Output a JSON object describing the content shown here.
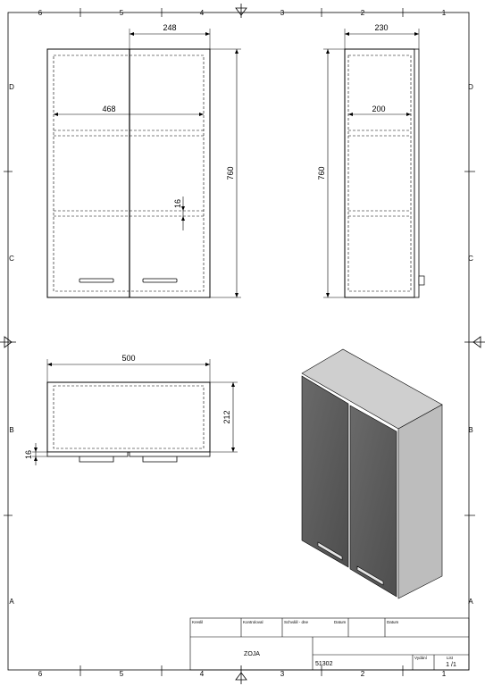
{
  "sheet": {
    "top_columns": [
      "6",
      "5",
      "4",
      "3",
      "2",
      "1"
    ],
    "bottom_columns": [
      "6",
      "5",
      "4",
      "3",
      "2",
      "1"
    ],
    "left_rows": [
      "D",
      "C",
      "B",
      "A"
    ],
    "right_rows": [
      "D",
      "C",
      "B",
      "A"
    ]
  },
  "front_view": {
    "dim_door_width": "248",
    "dim_inner_width": "468",
    "dim_height": "760",
    "dim_shelf": "16"
  },
  "side_view": {
    "dim_depth": "230",
    "dim_inner_depth": "200",
    "dim_height": "760"
  },
  "top_view": {
    "dim_width": "500",
    "dim_depth": "212",
    "dim_door": "16"
  },
  "title_block": {
    "field_drawn": "Kreslil",
    "field_checked": "Kontroloval",
    "field_approved": "Schválil - dne",
    "field_date_1": "Datum",
    "field_date_2": "Datum",
    "name": "ZOJA",
    "number": "51302",
    "field_issue": "Vydání",
    "field_sheet": "List",
    "sheet_value": "1 /1"
  },
  "colors": {
    "line": "#000000",
    "door": "#5e5e5e",
    "carcass_top": "#cfcfcf",
    "carcass_side": "#b9b9b9"
  }
}
